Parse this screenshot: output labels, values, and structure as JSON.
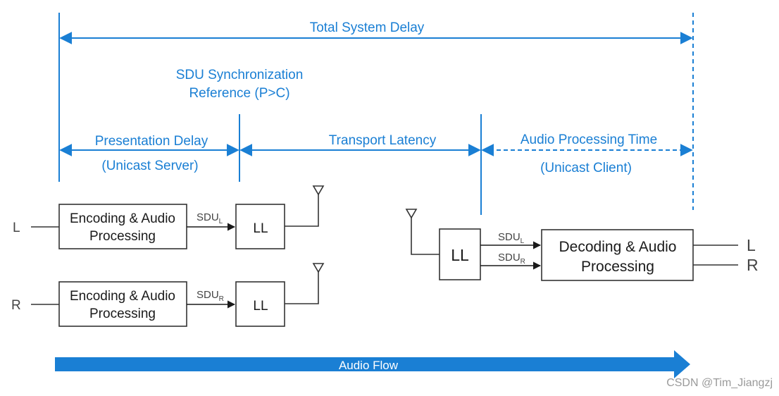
{
  "colors": {
    "accent": "#1a7fd4",
    "box_stroke": "#333333",
    "text": "#1a1a1a",
    "watermark": "#9a9a9a"
  },
  "labels": {
    "total_system_delay": "Total System Delay",
    "sdu_sync_line1": "SDU Synchronization",
    "sdu_sync_line2": "Reference (P>C)",
    "presentation_delay": "Presentation Delay",
    "unicast_server": "(Unicast Server)",
    "transport_latency": "Transport Latency",
    "audio_processing_time": "Audio Processing Time",
    "unicast_client": "(Unicast Client)",
    "audio_flow": "Audio Flow"
  },
  "server": {
    "channel_left": "L",
    "channel_right": "R",
    "encoder_line1": "Encoding & Audio",
    "encoder_line2": "Processing",
    "sdu_base": "SDU",
    "sdu_left_sub": "L",
    "sdu_right_sub": "R",
    "ll": "LL"
  },
  "client": {
    "ll": "LL",
    "sdu_base": "SDU",
    "sdu_left_sub": "L",
    "sdu_right_sub": "R",
    "decoder_line1": "Decoding & Audio",
    "decoder_line2": "Processing",
    "out_left": "L",
    "out_right": "R"
  },
  "watermark": "CSDN @Tim_Jiangzj"
}
